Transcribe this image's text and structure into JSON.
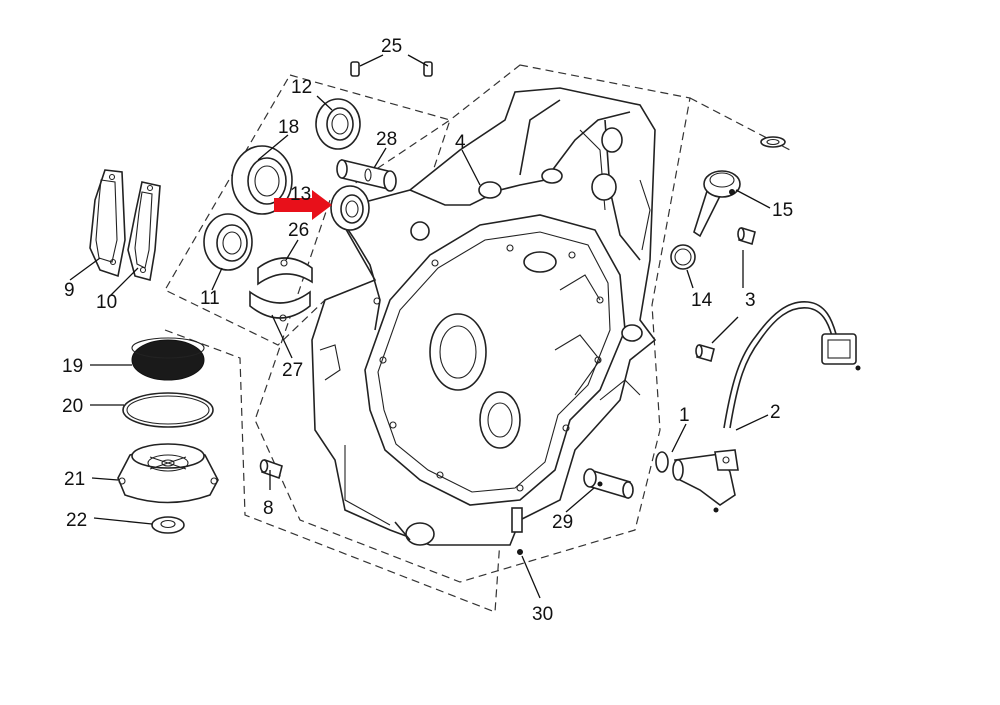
{
  "callouts": {
    "c1": "1",
    "c2": "2",
    "c3": "3",
    "c4": "4",
    "c8": "8",
    "c9": "9",
    "c10": "10",
    "c11": "11",
    "c12": "12",
    "c13": "13",
    "c14": "14",
    "c15": "15",
    "c18": "18",
    "c19": "19",
    "c20": "20",
    "c21": "21",
    "c22": "22",
    "c25": "25",
    "c26": "26",
    "c27": "27",
    "c28": "28",
    "c29": "29",
    "c30": "30"
  },
  "highlight": {
    "color": "#e8101a",
    "target_callout": "13"
  }
}
